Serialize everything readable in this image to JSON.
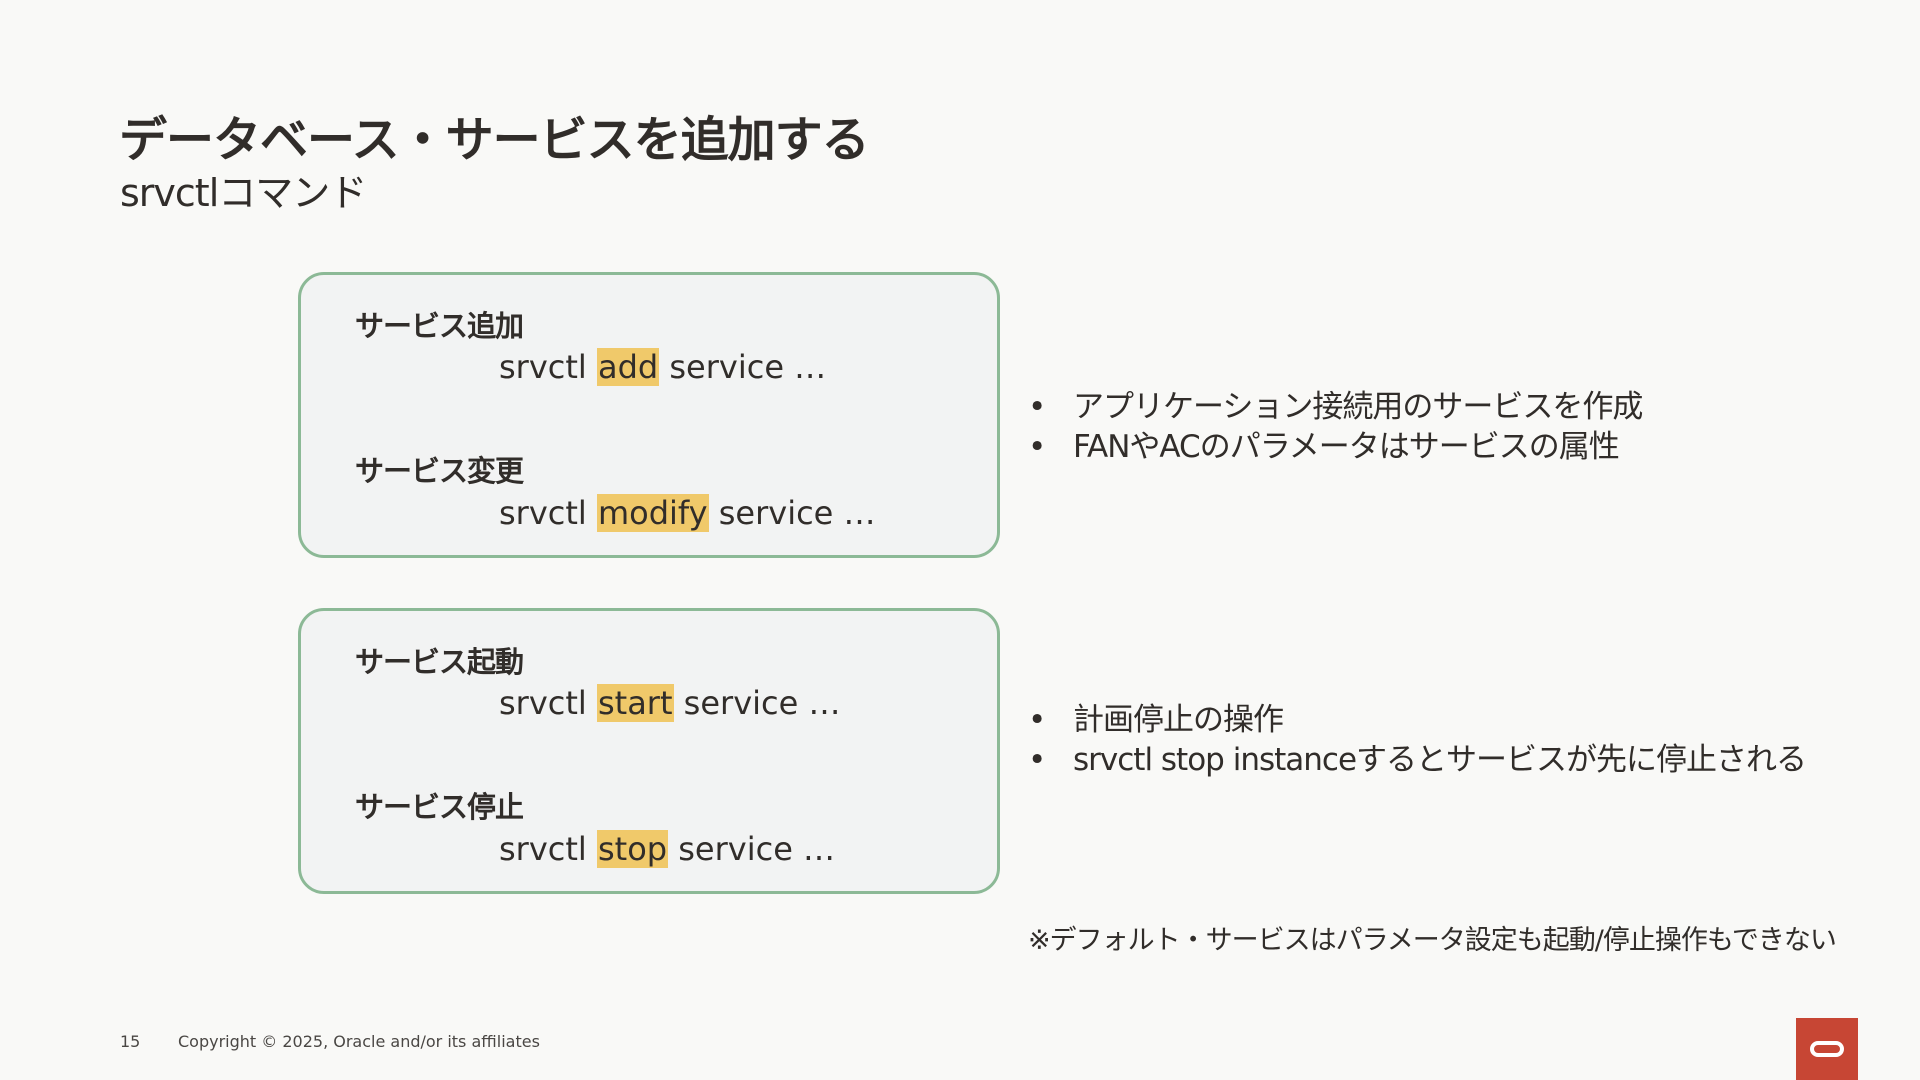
{
  "slide": {
    "title": "データベース・サービスを追加する",
    "subtitle": "srvctlコマンド"
  },
  "box_top": {
    "add": {
      "label": "サービス追加",
      "prefix": "srvctl ",
      "keyword": "add",
      "suffix": " service …"
    },
    "modify": {
      "label": "サービス変更",
      "prefix": "srvctl ",
      "keyword": "modify",
      "suffix": " service …"
    }
  },
  "box_bottom": {
    "start": {
      "label": "サービス起動",
      "prefix": "srvctl ",
      "keyword": "start",
      "suffix": " service …"
    },
    "stop": {
      "label": "サービス停止",
      "prefix": "srvctl ",
      "keyword": "stop",
      "suffix": " service …"
    }
  },
  "bullets_top": [
    "アプリケーション接続用のサービスを作成",
    "FANやACのパラメータはサービスの属性"
  ],
  "bullets_bottom": [
    "計画停止の操作",
    "srvctl stop instanceするとサービスが先に停止される"
  ],
  "note": "※デフォルト・サービスはパラメータ設定も起動/停止操作もできない",
  "footer": {
    "page_number": "15",
    "copyright": "Copyright © 2025, Oracle and/or its affiliates"
  },
  "colors": {
    "highlight": "#f0c96a",
    "box_border": "#8cb996",
    "logo": "#c74634"
  },
  "icons": {
    "logo": "oracle-logo-icon"
  }
}
